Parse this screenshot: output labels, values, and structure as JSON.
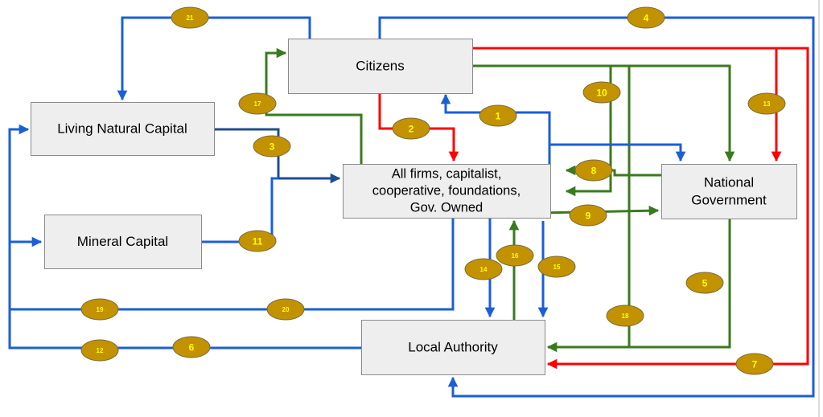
{
  "colors": {
    "blue": "#1a5fd6",
    "dark_blue": "#1f4e8f",
    "red": "#ff0000",
    "green": "#3a7a1e",
    "badge_fill": "#c29200",
    "badge_stroke": "#7a6a3a",
    "box_fill": "#eeeeee",
    "box_stroke": "#8a8a8a"
  },
  "nodes": {
    "citizens": {
      "label": [
        "Citizens"
      ]
    },
    "living_natural_capital": {
      "label": [
        "Living Natural Capital"
      ]
    },
    "mineral_capital": {
      "label": [
        "Mineral Capital"
      ]
    },
    "firms": {
      "label": [
        "All firms, capitalist,",
        "cooperative, foundations,",
        "Gov. Owned"
      ]
    },
    "national_government": {
      "label": [
        "National",
        "Government"
      ]
    },
    "local_authority": {
      "label": [
        "Local Authority"
      ]
    }
  },
  "badges": [
    "1",
    "2",
    "3",
    "4",
    "5",
    "6",
    "7",
    "8",
    "9",
    "10",
    "11",
    "12",
    "13",
    "14",
    "15",
    "16",
    "17",
    "18",
    "19",
    "20",
    "21"
  ],
  "flows": [
    {
      "id": "1",
      "color": "blue",
      "from": "firms",
      "to": "citizens"
    },
    {
      "id": "2",
      "color": "red",
      "from": "citizens",
      "to": "firms"
    },
    {
      "id": "3",
      "color": "dark_blue",
      "from": "living_natural_capital",
      "to": "firms"
    },
    {
      "id": "4",
      "color": "blue",
      "from": "citizens",
      "to": "local_authority"
    },
    {
      "id": "5",
      "color": "green",
      "from": "national_government",
      "to": "local_authority"
    },
    {
      "id": "6",
      "color": "blue",
      "from": "local_authority",
      "to": "living_natural_capital"
    },
    {
      "id": "7",
      "color": "red",
      "from": "citizens",
      "to": "local_authority"
    },
    {
      "id": "8",
      "color": "green",
      "from": "national_government",
      "to": "firms"
    },
    {
      "id": "9",
      "color": "green",
      "from": "firms",
      "to": "national_government"
    },
    {
      "id": "10",
      "color": "green",
      "from": "citizens",
      "to": "firms"
    },
    {
      "id": "11",
      "color": "blue",
      "from": "mineral_capital",
      "to": "firms"
    },
    {
      "id": "12",
      "color": "blue",
      "from": "local_authority",
      "to": "mineral_capital"
    },
    {
      "id": "13",
      "color": "red",
      "from": "citizens",
      "to": "national_government"
    },
    {
      "id": "14",
      "color": "blue",
      "from": "firms",
      "to": "local_authority"
    },
    {
      "id": "15",
      "color": "blue",
      "from": "firms",
      "to": "local_authority"
    },
    {
      "id": "16",
      "color": "green",
      "from": "local_authority",
      "to": "firms"
    },
    {
      "id": "17",
      "color": "green",
      "from": "firms",
      "to": "citizens"
    },
    {
      "id": "18",
      "color": "green",
      "from": "citizens",
      "to": "local_authority"
    },
    {
      "id": "19",
      "color": "blue",
      "from": "firms",
      "to": "mineral_capital"
    },
    {
      "id": "20",
      "color": "blue",
      "from": "firms",
      "to": "living_natural_capital"
    },
    {
      "id": "21",
      "color": "blue",
      "from": "citizens",
      "to": "living_natural_capital"
    }
  ]
}
